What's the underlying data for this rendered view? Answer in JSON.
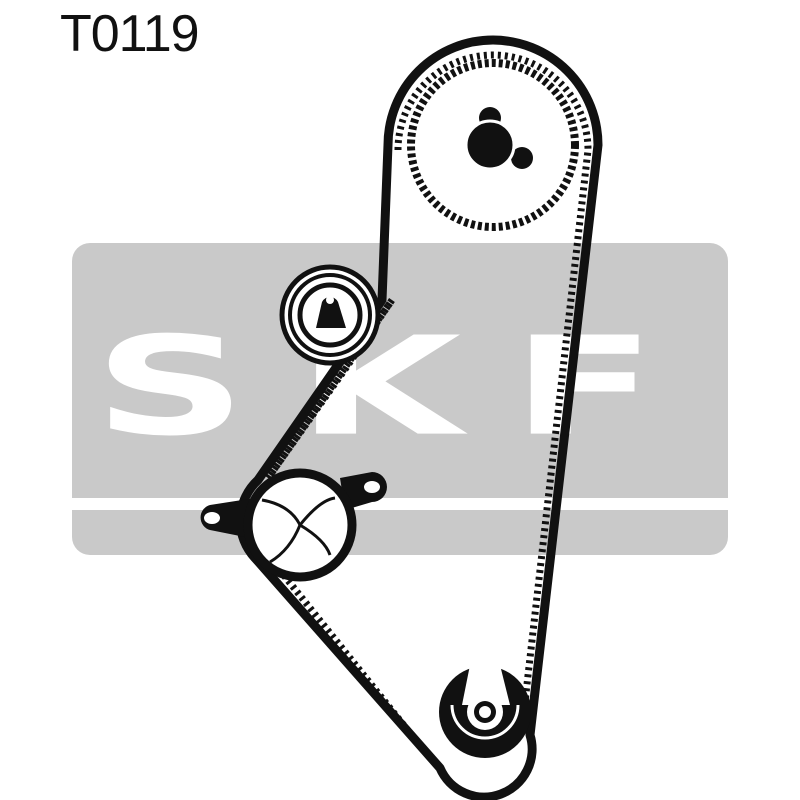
{
  "title": "T0119",
  "logo": {
    "text": "SKF",
    "background_color": "#c9c9c9",
    "letter_color": "#ffffff"
  },
  "colors": {
    "ink": "#111111",
    "background": "#ffffff"
  },
  "components": [
    "camshaft-pulley",
    "tensioner-pulley",
    "water-pump",
    "crankshaft-pulley",
    "timing-belt"
  ]
}
